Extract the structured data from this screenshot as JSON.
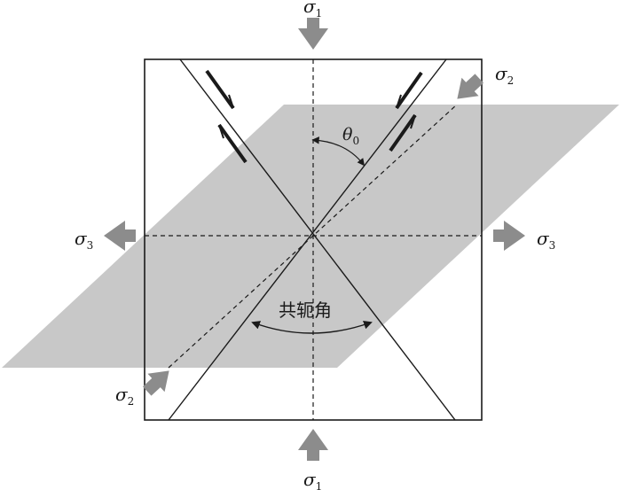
{
  "colors": {
    "plane_fill": "#c8c8c8",
    "line": "#1a1a1a",
    "arrow": "#8c8c8c"
  },
  "labels": {
    "sigma1": {
      "symbol": "σ",
      "sub": "1"
    },
    "sigma2": {
      "symbol": "σ",
      "sub": "2"
    },
    "sigma3": {
      "symbol": "σ",
      "sub": "3"
    },
    "theta0": {
      "symbol": "θ",
      "sub": "0"
    },
    "conjugate_angle": "共轭角"
  }
}
